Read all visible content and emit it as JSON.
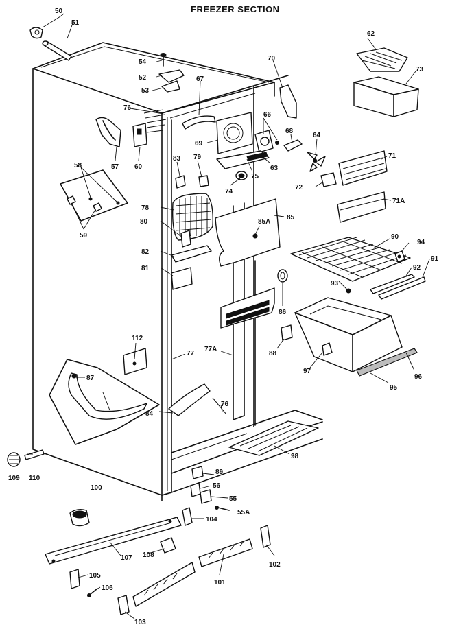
{
  "title": "FREEZER SECTION",
  "part_labels": [
    "50",
    "51",
    "54",
    "52",
    "53",
    "67",
    "70",
    "62",
    "73",
    "76",
    "66",
    "68",
    "64",
    "69",
    "57",
    "60",
    "83",
    "79",
    "74",
    "75",
    "63",
    "71",
    "72",
    "58",
    "71A",
    "78",
    "85A",
    "85",
    "59",
    "80",
    "90",
    "94",
    "82",
    "92",
    "91",
    "81",
    "93",
    "86",
    "112",
    "77",
    "77A",
    "88",
    "97",
    "87",
    "96",
    "95",
    "89",
    "84",
    "76",
    "98",
    "56",
    "109",
    "110",
    "55",
    "100",
    "55A",
    "104",
    "108",
    "107",
    "102",
    "105",
    "101",
    "106",
    "103"
  ]
}
